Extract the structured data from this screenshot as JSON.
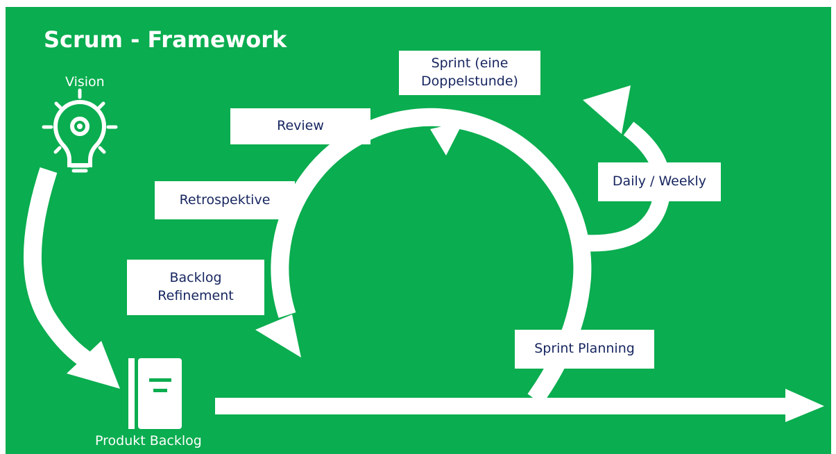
{
  "title": "Scrum - Framework",
  "vision": {
    "label": "Vision",
    "icon": "lightbulb-gear-icon"
  },
  "backlog": {
    "label": "Produkt Backlog",
    "icon": "book-icon"
  },
  "steps": {
    "sprint": "Sprint (eine Doppelstunde)",
    "review": "Review",
    "daily": "Daily / Weekly",
    "retro": "Retrospektive",
    "refinement": "Backlog Refinement",
    "planning": "Sprint Planning"
  },
  "colors": {
    "background": "#0aad4f",
    "arrows": "#ffffff",
    "box_text": "#16255f"
  }
}
